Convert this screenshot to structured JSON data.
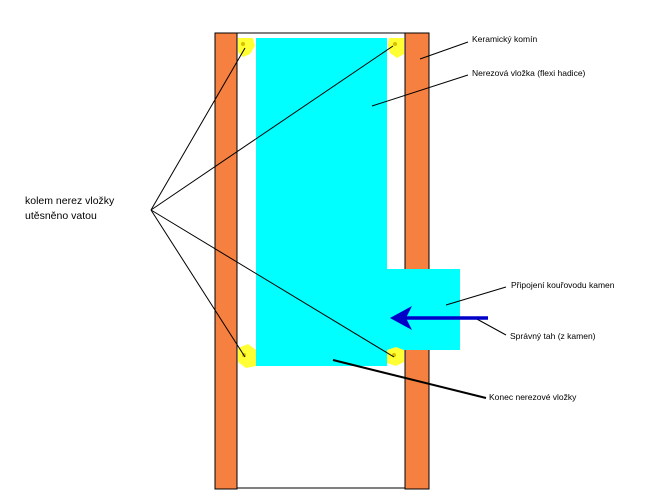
{
  "colors": {
    "chimney_wall": "#f58040",
    "liner": "#00ffff",
    "insulation": "#ffff33",
    "arrow": "#0000c8",
    "lines": "#000000"
  },
  "labels": {
    "ceramic_chimney": "Keramický komín",
    "stainless_liner": "Nerezová vložka (flexi hadice)",
    "insulation_line1": "kolem nerez vložky",
    "insulation_line2": "utěsněno vatou",
    "flue_connection": "Připojení kouřovodu kamen",
    "correct_draft": "Správný tah (z kamen)",
    "liner_end": "Konec nerezové vložky"
  }
}
